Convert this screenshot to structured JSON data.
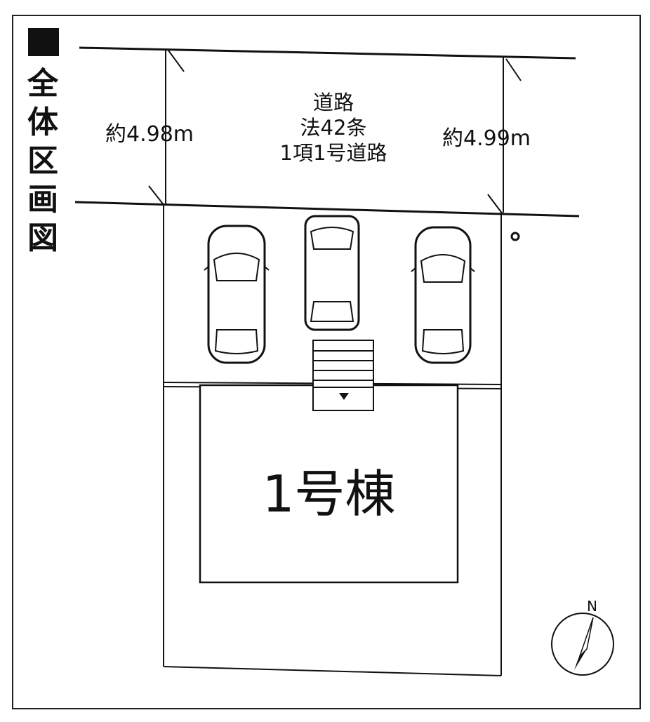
{
  "title": "全体区画図",
  "road": {
    "line1": "道路",
    "line2": "法42条",
    "line3": "1項1号道路"
  },
  "dimensions": {
    "left": "約4.98m",
    "right": "約4.99m"
  },
  "building_label": "1号棟",
  "compass_label": "N",
  "colors": {
    "line": "#111111",
    "background": "#ffffff"
  }
}
